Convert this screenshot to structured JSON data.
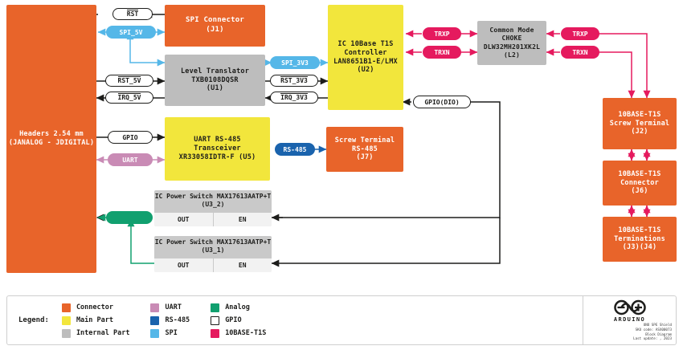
{
  "diagram": {
    "blocks": {
      "headers": {
        "lines": [
          "Headers 2.54 mm",
          "(JANALOG - JDIGITAL)"
        ],
        "kind": "Connector"
      },
      "spi_conn": {
        "lines": [
          "SPI Connector",
          "(J1)"
        ],
        "kind": "Connector"
      },
      "level_xlat": {
        "lines": [
          "Level Translator",
          "TXB0108DQSR",
          "(U1)"
        ],
        "kind": "Internal Part"
      },
      "controller": {
        "lines": [
          "IC 10Base T1S",
          "Controller",
          "LAN8651B1-E/LMX",
          "(U2)"
        ],
        "kind": "Main Part"
      },
      "choke": {
        "lines": [
          "Common Mode",
          "CHOKE",
          "DLW32MH201XK2L",
          "(L2)"
        ],
        "kind": "Internal Part"
      },
      "uart_rs485": {
        "lines": [
          "UART RS-485",
          "Transceiver",
          "XR33058IDTR-F (U5)"
        ],
        "kind": "Main Part"
      },
      "screw_rs485": {
        "lines": [
          "Screw Terminal",
          "RS-485",
          "(J7)"
        ],
        "kind": "Connector"
      },
      "t1s_screw": {
        "lines": [
          "10BASE-T1S",
          "Screw Terminal",
          "(J2)"
        ],
        "kind": "Connector"
      },
      "t1s_conn": {
        "lines": [
          "10BASE-T1S",
          "Connector",
          "(J6)"
        ],
        "kind": "Connector"
      },
      "t1s_term": {
        "lines": [
          "10BASE-T1S",
          "Terminations",
          "(J3)(J4)"
        ],
        "kind": "Connector"
      }
    },
    "power_switches": [
      {
        "id": "u3_2",
        "title_1": "IC Power Switch",
        "title_2": "MAX17613AATP+T (U3_2)",
        "cell_out": "OUT",
        "cell_en": "EN"
      },
      {
        "id": "u3_1",
        "title_1": "IC Power Switch",
        "title_2": "MAX17613AATP+T (U3_1)",
        "cell_out": "OUT",
        "cell_en": "EN"
      }
    ],
    "signals": {
      "rst": "RST",
      "spi_5v": "SPI_5V",
      "rst_5v": "RST_5V",
      "irq_5v": "IRQ_5V",
      "spi_3v3": "SPI_3V3",
      "rst_3v3": "RST_3V3",
      "irq_3v3": "IRQ_3V3",
      "gpio": "GPIO",
      "uart": "UART",
      "rs485": "RS-485",
      "gpio_dio": "GPIO(DIO)",
      "trxp_left": "TRXP",
      "trxn_left": "TRXN",
      "trxp_right": "TRXP",
      "trxn_right": "TRXN"
    }
  },
  "legend": {
    "title": "Legend:",
    "columns": [
      [
        {
          "label": "Connector",
          "color": "#e8642a",
          "outline": false
        },
        {
          "label": "Main Part",
          "color": "#f2e63c",
          "outline": false
        },
        {
          "label": "Internal Part",
          "color": "#bdbdbd",
          "outline": false
        }
      ],
      [
        {
          "label": "UART",
          "color": "#c98bb5",
          "outline": false
        },
        {
          "label": "RS-485",
          "color": "#1a63ad",
          "outline": false
        },
        {
          "label": "SPI",
          "color": "#55b7e8",
          "outline": false
        }
      ],
      [
        {
          "label": "Analog",
          "color": "#11a06f",
          "outline": false
        },
        {
          "label": "GPIO",
          "color": "#ffffff",
          "outline": true
        },
        {
          "label": "10BASE-T1S",
          "color": "#e51a5e",
          "outline": false
        }
      ]
    ]
  },
  "brand": {
    "wordmark": "ARDUINO",
    "meta": [
      "UNO SPE Shield",
      "SKU code: ASX00073",
      "Block Diagram",
      "Last update: , 2023"
    ]
  }
}
